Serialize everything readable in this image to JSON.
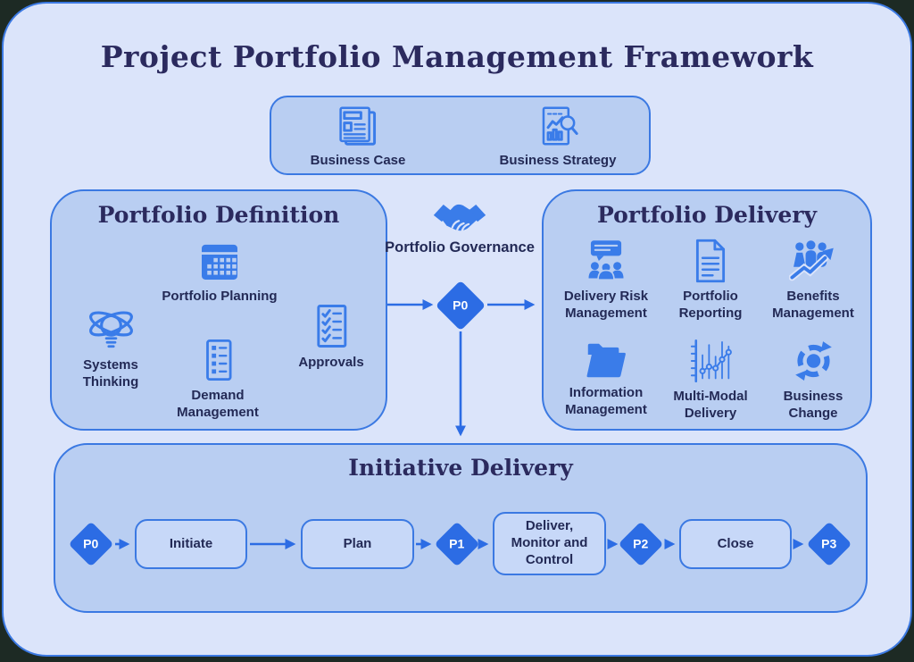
{
  "title": "Project Portfolio Management Framework",
  "inputs_box": {
    "items": [
      {
        "label": "Business Case",
        "icon": "newspaper-icon"
      },
      {
        "label": "Business Strategy",
        "icon": "strategy-chart-magnifier-icon"
      }
    ]
  },
  "portfolio_definition": {
    "title": "Portfolio Definition",
    "items": [
      {
        "label": "Portfolio Planning",
        "icon": "calendar-icon"
      },
      {
        "label": "Systems Thinking",
        "icon": "lightbulb-orbit-icon"
      },
      {
        "label": "Demand Management",
        "icon": "list-clipboard-icon"
      },
      {
        "label": "Approvals",
        "icon": "checklist-icon"
      }
    ]
  },
  "governance": {
    "label": "Portfolio Governance",
    "icon": "handshake-icon",
    "gate": "P0"
  },
  "portfolio_delivery": {
    "title": "Portfolio Delivery",
    "items": [
      {
        "label": "Delivery Risk Management",
        "icon": "team-presentation-icon"
      },
      {
        "label": "Portfolio Reporting",
        "icon": "report-document-icon"
      },
      {
        "label": "Benefits Management",
        "icon": "people-growth-arrow-icon"
      },
      {
        "label": "Information Management",
        "icon": "open-folder-icon"
      },
      {
        "label": "Multi-Modal Delivery",
        "icon": "dot-chart-icon"
      },
      {
        "label": "Business Change",
        "icon": "cycle-arrows-icon"
      }
    ]
  },
  "initiative_delivery": {
    "title": "Initiative Delivery",
    "flow": [
      {
        "type": "gate",
        "label": "P0"
      },
      {
        "type": "stage",
        "label": "Initiate"
      },
      {
        "type": "stage",
        "label": "Plan"
      },
      {
        "type": "gate",
        "label": "P1"
      },
      {
        "type": "stage",
        "label": "Deliver, Monitor and Control"
      },
      {
        "type": "gate",
        "label": "P2"
      },
      {
        "type": "stage",
        "label": "Close"
      },
      {
        "type": "gate",
        "label": "P3"
      }
    ]
  },
  "colors": {
    "accent_blue": "#2c6ce4",
    "icon_blue": "#3a7ce9",
    "panel_bg": "#dbe4fa",
    "box_bg": "#b9cef2",
    "stage_bg": "#c7d8f8",
    "border_blue": "#3b79e2",
    "title_navy": "#2b2a5e",
    "label_navy": "#232a56",
    "page_bg": "#1d2a24",
    "gate_text": "#ffffff"
  }
}
